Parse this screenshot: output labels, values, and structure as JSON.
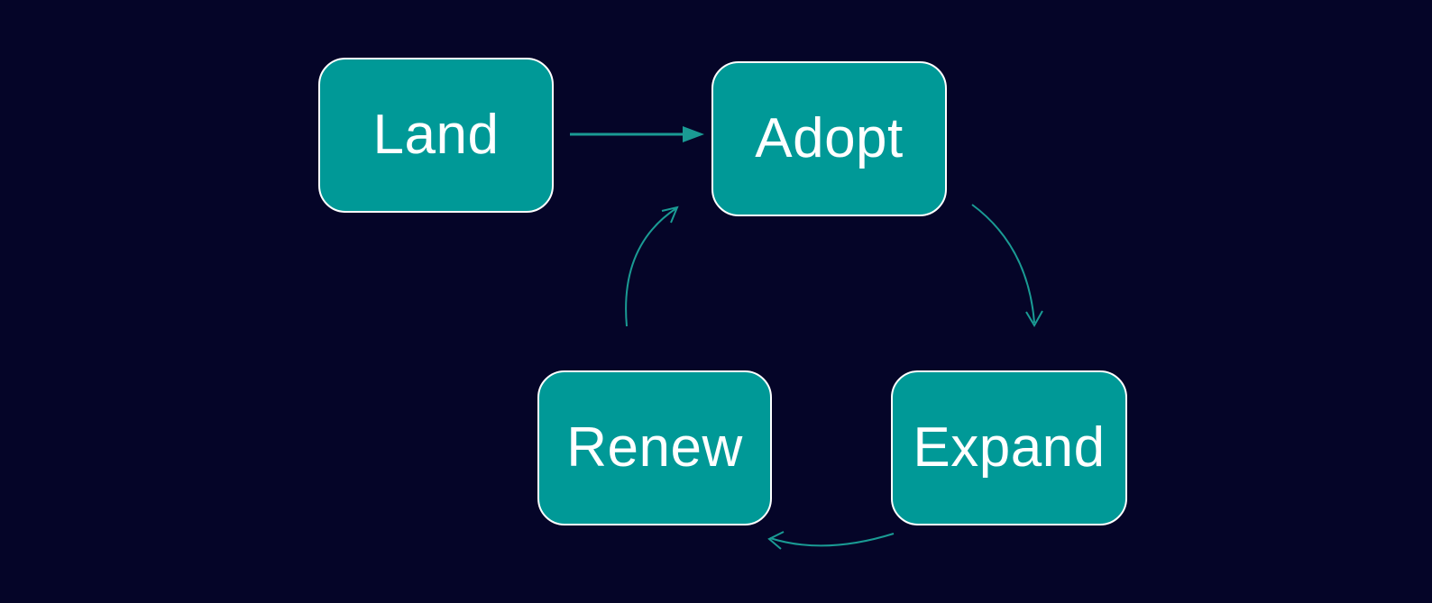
{
  "diagram": {
    "type": "cycle-flow",
    "nodes": [
      {
        "id": "land",
        "label": "Land"
      },
      {
        "id": "adopt",
        "label": "Adopt"
      },
      {
        "id": "expand",
        "label": "Expand"
      },
      {
        "id": "renew",
        "label": "Renew"
      }
    ],
    "edges": [
      {
        "from": "Land",
        "to": "Adopt",
        "style": "straight line, solid filled arrowhead"
      },
      {
        "from": "Adopt",
        "to": "Expand",
        "style": "curved line, open arrowhead"
      },
      {
        "from": "Expand",
        "to": "Renew",
        "style": "curved line, open arrowhead"
      },
      {
        "from": "Renew",
        "to": "Adopt",
        "style": "curved line, open arrowhead"
      }
    ],
    "colors": {
      "background": "#050528",
      "node_fill": "#009997",
      "node_border": "#ffffff",
      "node_text": "#ffffff",
      "arrow": "#1a9b94"
    }
  }
}
